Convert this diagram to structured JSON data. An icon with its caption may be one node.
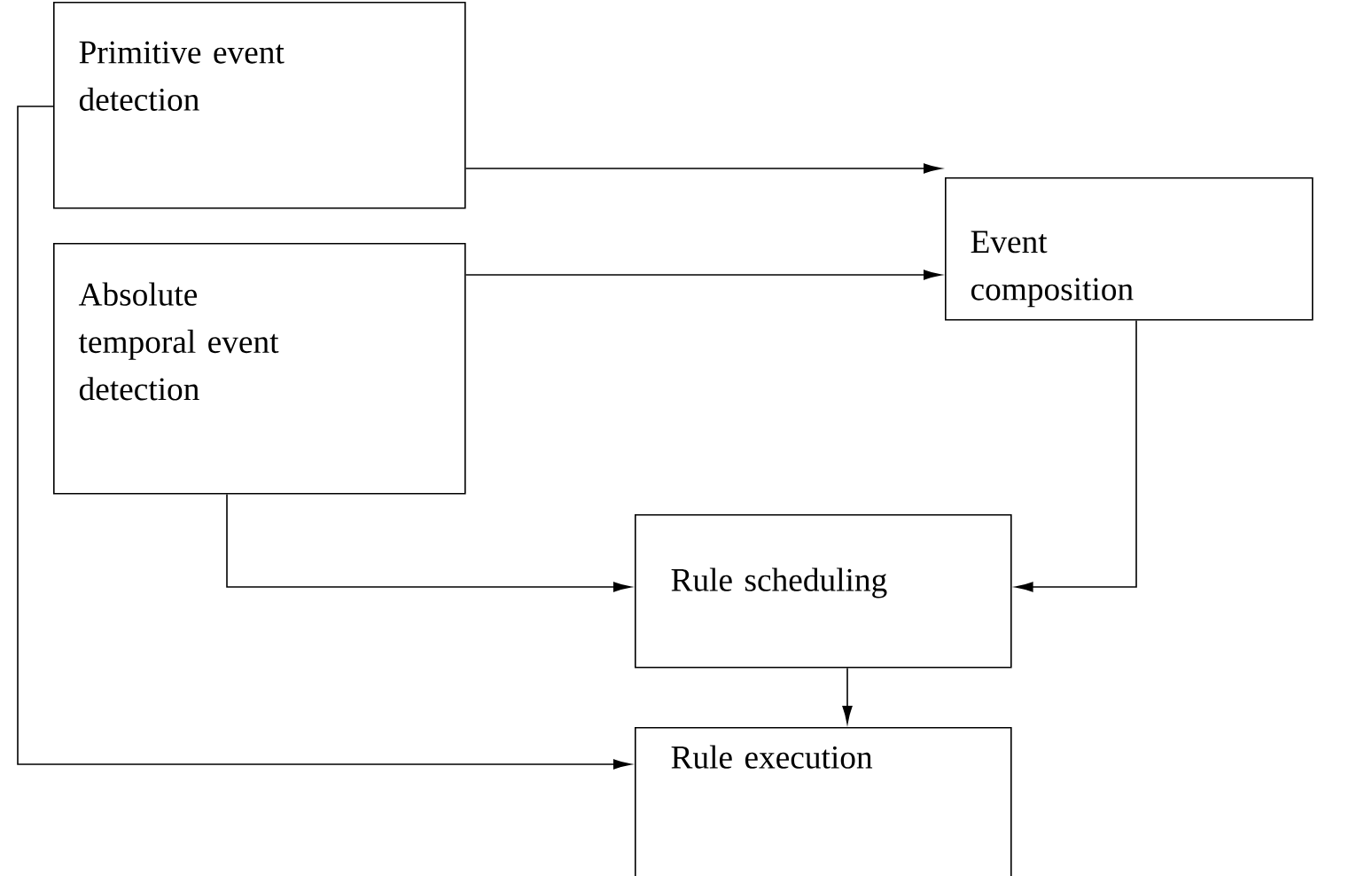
{
  "diagram": {
    "nodes": [
      {
        "text": [
          "Primitive event detection"
        ]
      },
      {
        "text": [
          "Absolute temporal event detection"
        ]
      },
      {
        "text": [
          "Event composition"
        ]
      },
      {
        "text": [
          "Rule scheduling"
        ]
      },
      {
        "text": [
          "Rule execution"
        ]
      }
    ],
    "edges": [
      {
        "from": 0,
        "to": 2,
        "arrow": "to"
      },
      {
        "from": 1,
        "to": 2,
        "arrow": "to"
      },
      {
        "from": 1,
        "to": 3,
        "arrow": "to"
      },
      {
        "from": 2,
        "to": 3,
        "arrow": "to"
      },
      {
        "from": 3,
        "to": 4,
        "arrow": "to"
      },
      {
        "from": 0,
        "to": 4,
        "arrow": "to"
      }
    ]
  }
}
